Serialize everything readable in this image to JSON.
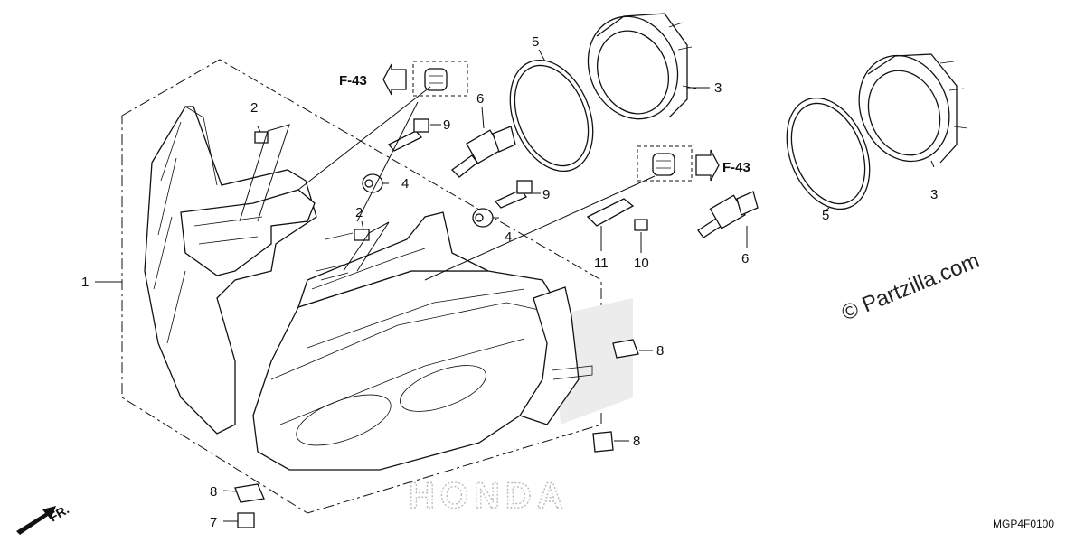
{
  "diagram": {
    "callouts": [
      {
        "id": "c1",
        "text": "1"
      },
      {
        "id": "c2a",
        "text": "2"
      },
      {
        "id": "c2b",
        "text": "2"
      },
      {
        "id": "c3a",
        "text": "3"
      },
      {
        "id": "c3b",
        "text": "3"
      },
      {
        "id": "c4a",
        "text": "4"
      },
      {
        "id": "c4b",
        "text": "4"
      },
      {
        "id": "c5a",
        "text": "5"
      },
      {
        "id": "c5b",
        "text": "5"
      },
      {
        "id": "c6a",
        "text": "6"
      },
      {
        "id": "c6b",
        "text": "6"
      },
      {
        "id": "c7",
        "text": "7"
      },
      {
        "id": "c8a",
        "text": "8"
      },
      {
        "id": "c8b",
        "text": "8"
      },
      {
        "id": "c8c",
        "text": "8"
      },
      {
        "id": "c9a",
        "text": "9"
      },
      {
        "id": "c9b",
        "text": "9"
      },
      {
        "id": "c10",
        "text": "10"
      },
      {
        "id": "c11",
        "text": "11"
      }
    ],
    "page_refs": [
      {
        "id": "ref-left",
        "text": "F-43"
      },
      {
        "id": "ref-right",
        "text": "F-43"
      }
    ],
    "front_marker": "FR.",
    "watermark": "© Partzilla.com",
    "brand_mark": "HONDA",
    "diagram_code": "MGP4F0100"
  }
}
